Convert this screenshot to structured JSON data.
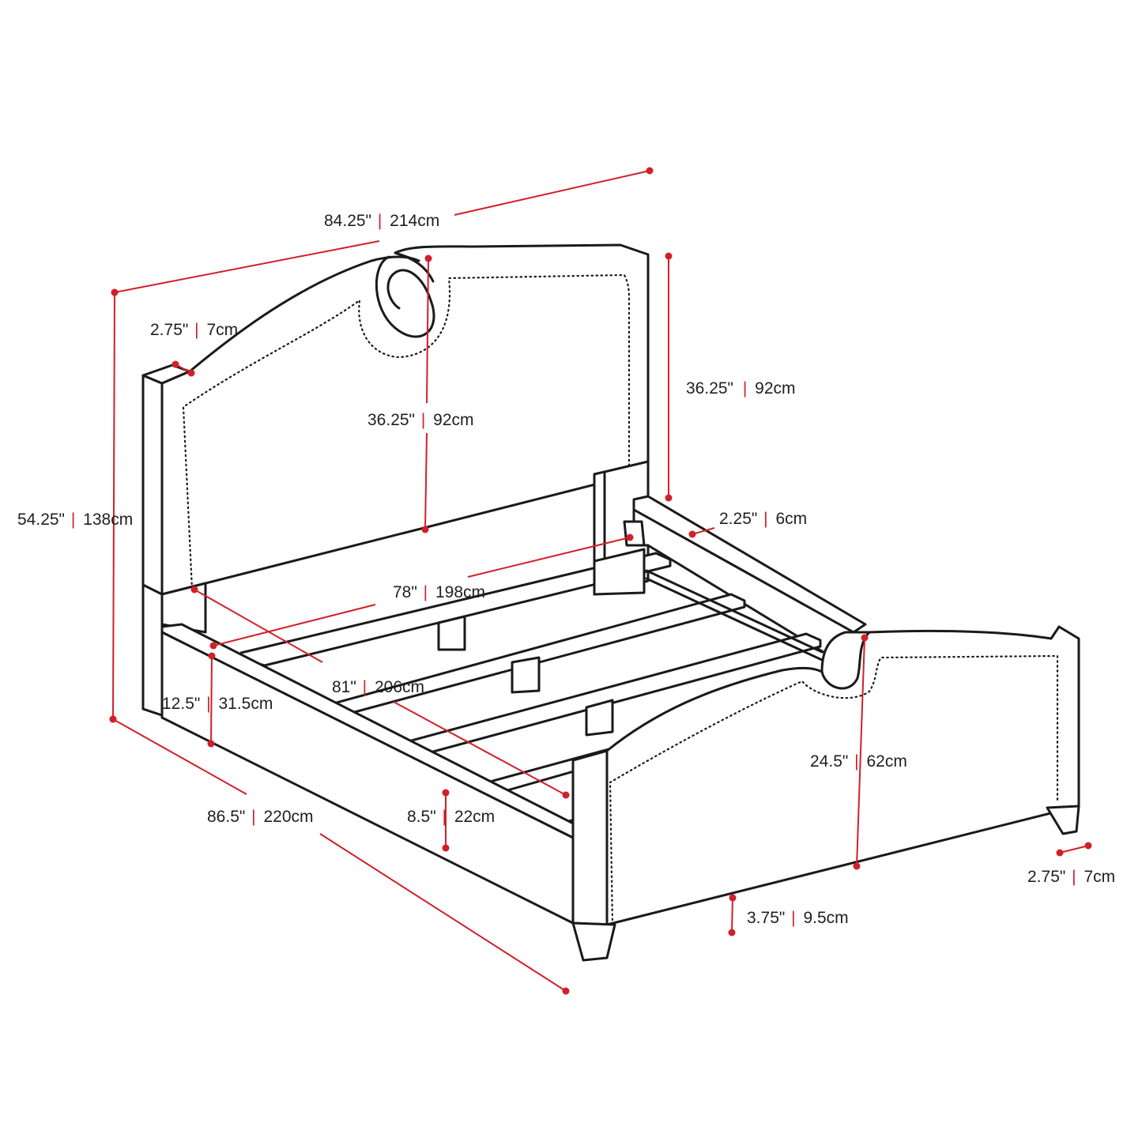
{
  "colors": {
    "dimension": "#d0202a",
    "outline": "#1a1a1a",
    "background": "#ffffff"
  },
  "dimensions": {
    "headboard_width": {
      "in": "84.25\"",
      "cm": "214cm"
    },
    "headboard_thickness": {
      "in": "2.75\"",
      "cm": "7cm"
    },
    "overall_height": {
      "in": "54.25\"",
      "cm": "138cm"
    },
    "headboard_panel_center": {
      "in": "36.25\"",
      "cm": "92cm"
    },
    "headboard_panel_right": {
      "in": "36.25\"",
      "cm": "92cm"
    },
    "side_rail_thickness": {
      "in": "2.25\"",
      "cm": "6cm"
    },
    "inner_width": {
      "in": "78\"",
      "cm": "198cm"
    },
    "inner_length": {
      "in": "81\"",
      "cm": "206cm"
    },
    "clearance": {
      "in": "12.5\"",
      "cm": "31.5cm"
    },
    "overall_length": {
      "in": "86.5\"",
      "cm": "220cm"
    },
    "rail_height": {
      "in": "8.5\"",
      "cm": "22cm"
    },
    "footboard_height": {
      "in": "24.5\"",
      "cm": "62cm"
    },
    "leg_width": {
      "in": "2.75\"",
      "cm": "7cm"
    },
    "leg_height": {
      "in": "3.75\"",
      "cm": "9.5cm"
    }
  }
}
